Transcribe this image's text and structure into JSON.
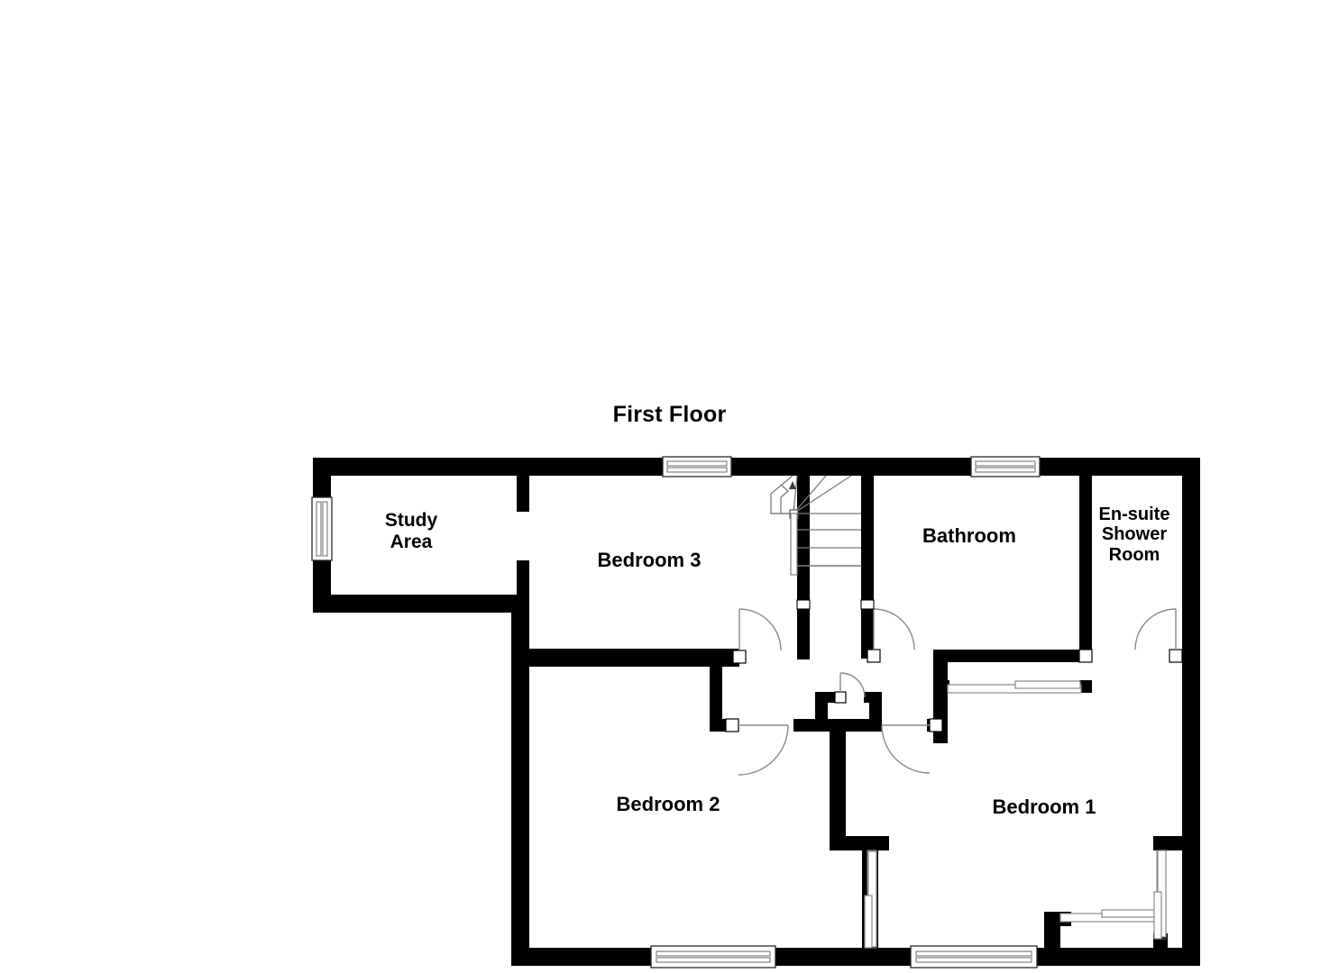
{
  "plan": {
    "title": "First Floor",
    "ink_color": "#000000",
    "paper_color": "#ffffff",
    "wall_color": "#000000",
    "detail_line_color": "#9a9a9a",
    "rooms": [
      {
        "id": "study",
        "label": "Study\nArea",
        "name": "Study Area"
      },
      {
        "id": "bedroom3",
        "label": "Bedroom 3",
        "name": "Bedroom 3"
      },
      {
        "id": "bathroom",
        "label": "Bathroom",
        "name": "Bathroom"
      },
      {
        "id": "ensuite",
        "label": "En-suite\nShower\nRoom",
        "name": "En-suite Shower Room"
      },
      {
        "id": "bedroom2",
        "label": "Bedroom 2",
        "name": "Bedroom 2"
      },
      {
        "id": "bedroom1",
        "label": "Bedroom 1",
        "name": "Bedroom 1"
      }
    ],
    "features": {
      "windows": 7,
      "doors": 6,
      "staircase": 1,
      "wardrobes": 3,
      "openings": 1
    }
  }
}
